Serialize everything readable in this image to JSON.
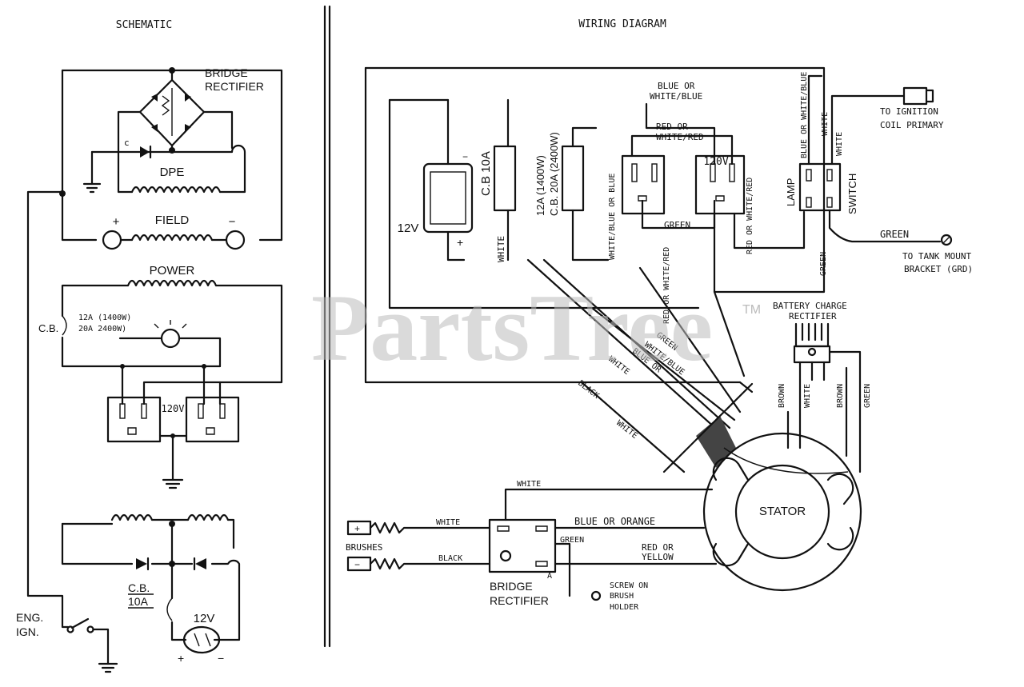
{
  "headers": {
    "schematic": "SCHEMATIC",
    "wiring": "WIRING DIAGRAM"
  },
  "watermark": {
    "text": "PartsTree",
    "tm": "TM"
  },
  "schematic": {
    "bridge_rectifier": [
      "BRIDGE",
      "RECTIFIER"
    ],
    "dpe": "DPE",
    "field": "FIELD",
    "plus": "+",
    "minus": "−",
    "power": "POWER",
    "cb": "C.B.",
    "cb_rating_1": "12A (1400W)",
    "cb_rating_2": "20A 2400W)",
    "receptacle": "120V",
    "cb10a_top": "C.B.",
    "cb10a_bot": "10A",
    "v12": "12V",
    "eng": "ENG.",
    "ign": "IGN.",
    "small_c": "c"
  },
  "wiring": {
    "v12": "12V",
    "cb10a": "C.B 10A",
    "cb_12a_line1": "12A (1400W)",
    "cb_12a_line2": "C.B. 20A (2400W)",
    "white": "WHITE",
    "white_blue_or_blue": "WHITE/BLUE OR BLUE",
    "blue_or_white_blue": [
      "BLUE OR",
      "WHITE/BLUE"
    ],
    "red_or_white_red": [
      "RED OR",
      "WHITE/RED"
    ],
    "receptacle_120v": "120V",
    "green": "GREEN",
    "red_or_white_red_vert": "RED OR WHITE/RED",
    "red_or_white_red_bottom": "RED OR WHITE/RED",
    "lamp": "LAMP",
    "blue_or_white_blue_vert": "BLUE OR WHITE/BLUE",
    "white_vert": "WHITE",
    "switch": "SWITCH",
    "to_ignition": [
      "TO IGNITION",
      "COIL PRIMARY"
    ],
    "green_tank": "GREEN",
    "to_tank": [
      "TO TANK MOUNT",
      "BRACKET (GRD)"
    ],
    "green_vert": "GREEN",
    "battery_charge": [
      "BATTERY CHARGE",
      "RECTIFIER"
    ],
    "brown1": "BROWN",
    "white_stator": "WHITE",
    "brown2": "BROWN",
    "green_stator": "GREEN",
    "bundle_green": "GREEN",
    "bundle_white_blue": "WHITE/BLUE",
    "bundle_blue_or": "BLUE OR",
    "bundle_white": "WHITE",
    "bundle_black": "BLACK",
    "bundle_white2": "WHITE",
    "stator": "STATOR",
    "white_top": "WHITE",
    "brushes": "BRUSHES",
    "white_brush": "WHITE",
    "black_brush": "BLACK",
    "blue_or_orange": "BLUE OR ORANGE",
    "green_bridge": "GREEN",
    "red_or_yellow": [
      "RED OR",
      "YELLOW"
    ],
    "bridge_rectifier": [
      "BRIDGE",
      "RECTIFIER"
    ],
    "screw_on": [
      "SCREW ON",
      "BRUSH",
      "HOLDER"
    ],
    "plus": "+",
    "minus": "−",
    "a_mark": "A"
  }
}
